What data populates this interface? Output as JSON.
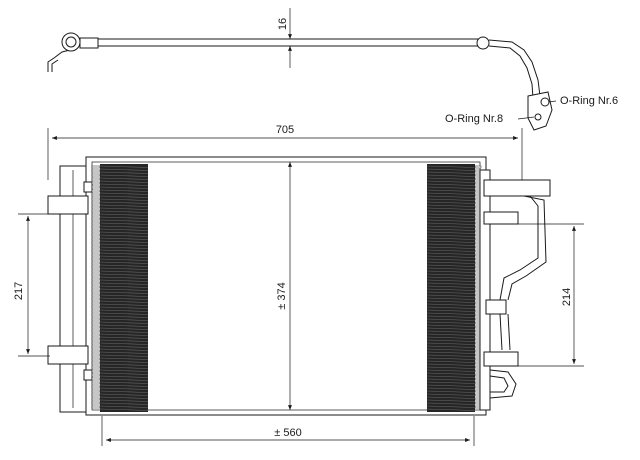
{
  "dimensions": {
    "pipe_diameter": "16",
    "total_width": "705",
    "core_height": "± 374",
    "left_bracket_spacing": "217",
    "right_bracket_spacing": "214",
    "core_width": "± 560"
  },
  "labels": {
    "oring_6": "O-Ring Nr.6",
    "oring_8": "O-Ring Nr.8"
  },
  "colors": {
    "line": "#1a1a1a",
    "fins": "#1f1f1f",
    "background": "#ffffff"
  }
}
